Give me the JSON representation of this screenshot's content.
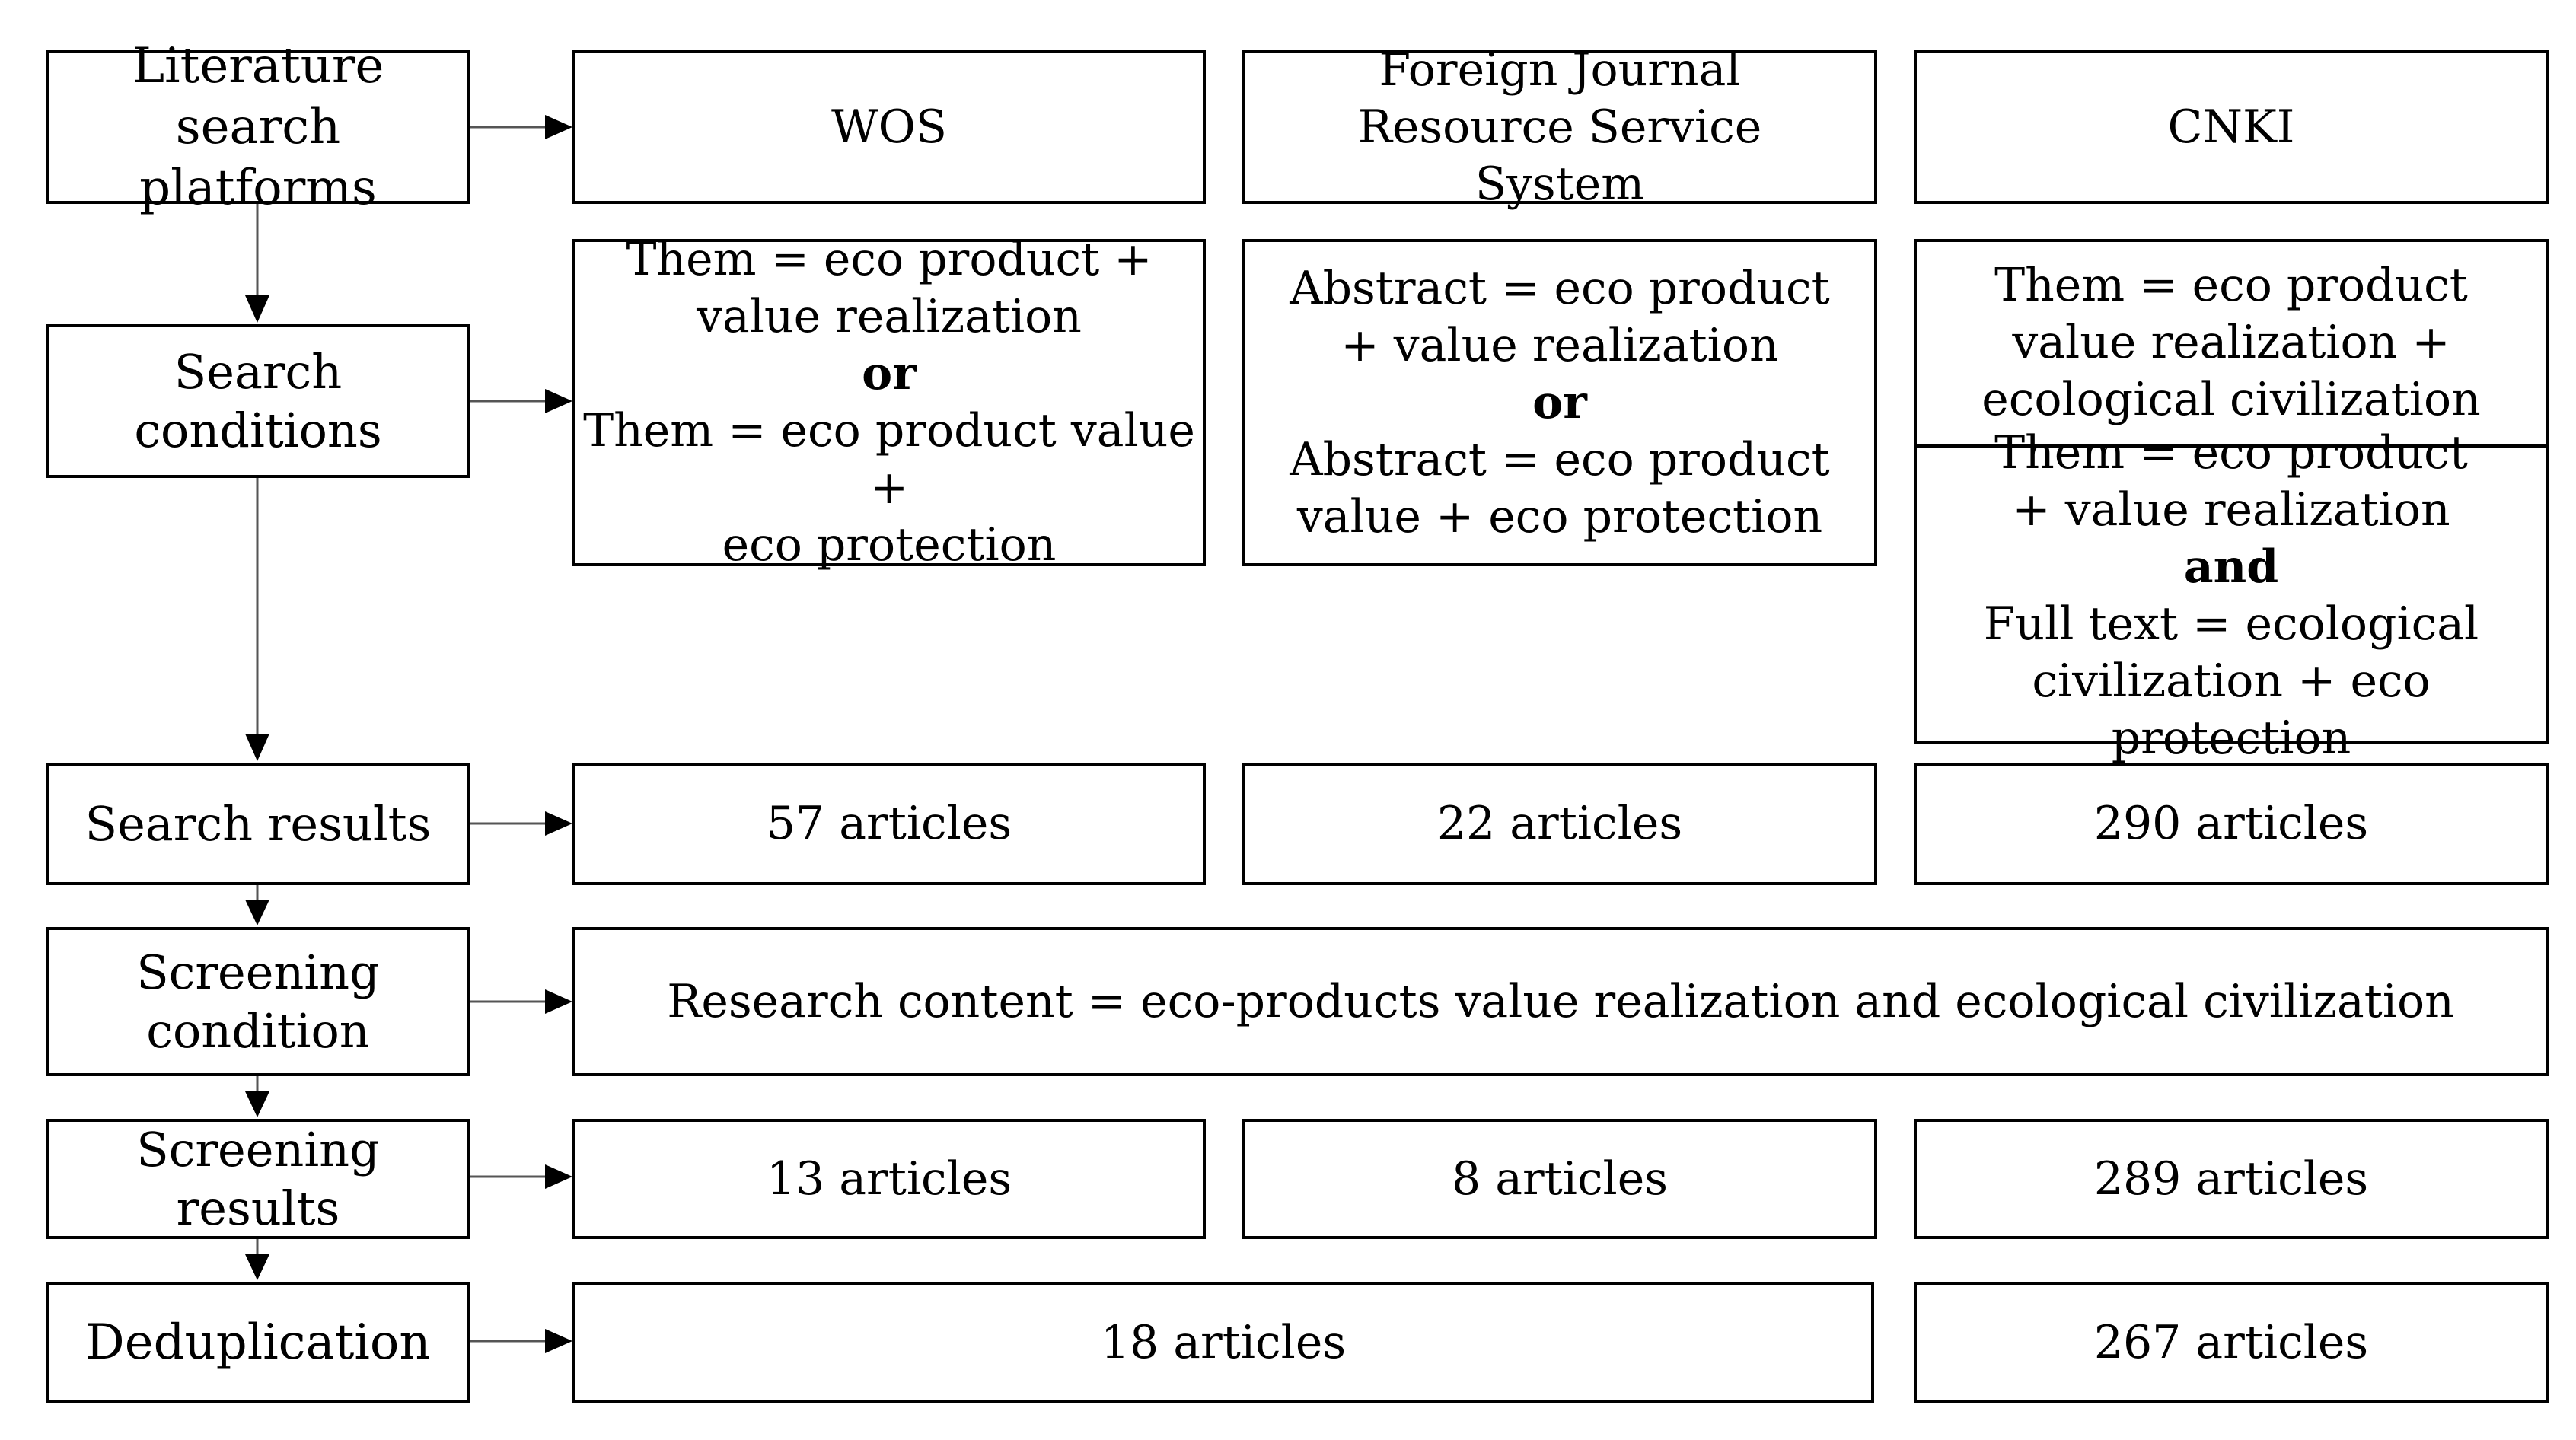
{
  "stages": {
    "platforms": "Literature search platforms",
    "conditions": "Search conditions",
    "results": "Search results",
    "screening_condition": "Screening condition",
    "screening_results": "Screening results",
    "deduplication": "Deduplication"
  },
  "platforms": {
    "wos": "WOS",
    "foreign": "Foreign Journal Resource Service System",
    "cnki": "CNKI"
  },
  "conditions": {
    "wos": {
      "line1": "Them = eco product +",
      "line2": "value realization",
      "op": "or",
      "line3": "Them = eco product value +",
      "line4": "eco protection"
    },
    "foreign": {
      "line1": "Abstract = eco product",
      "line2": "+ value realization",
      "op": "or",
      "line3": "Abstract = eco product",
      "line4": "value + eco protection"
    },
    "cnki_top": {
      "line1": "Them = eco product",
      "line2": "value realization +",
      "line3": "ecological civilization"
    },
    "cnki_bottom": {
      "line1": "Them =  eco product",
      "line2": "+ value realization",
      "op": "and",
      "line3": "Full text = ecological",
      "line4": "civilization + eco protection"
    }
  },
  "results": {
    "wos": "57 articles",
    "foreign": "22 articles",
    "cnki": "290 articles"
  },
  "screening_condition": "Research content = eco-products value realization and ecological civilization",
  "screening_results": {
    "wos": "13 articles",
    "foreign": "8 articles",
    "cnki": "289 articles"
  },
  "deduplication": {
    "combined": "18 articles",
    "cnki": "267 articles"
  }
}
